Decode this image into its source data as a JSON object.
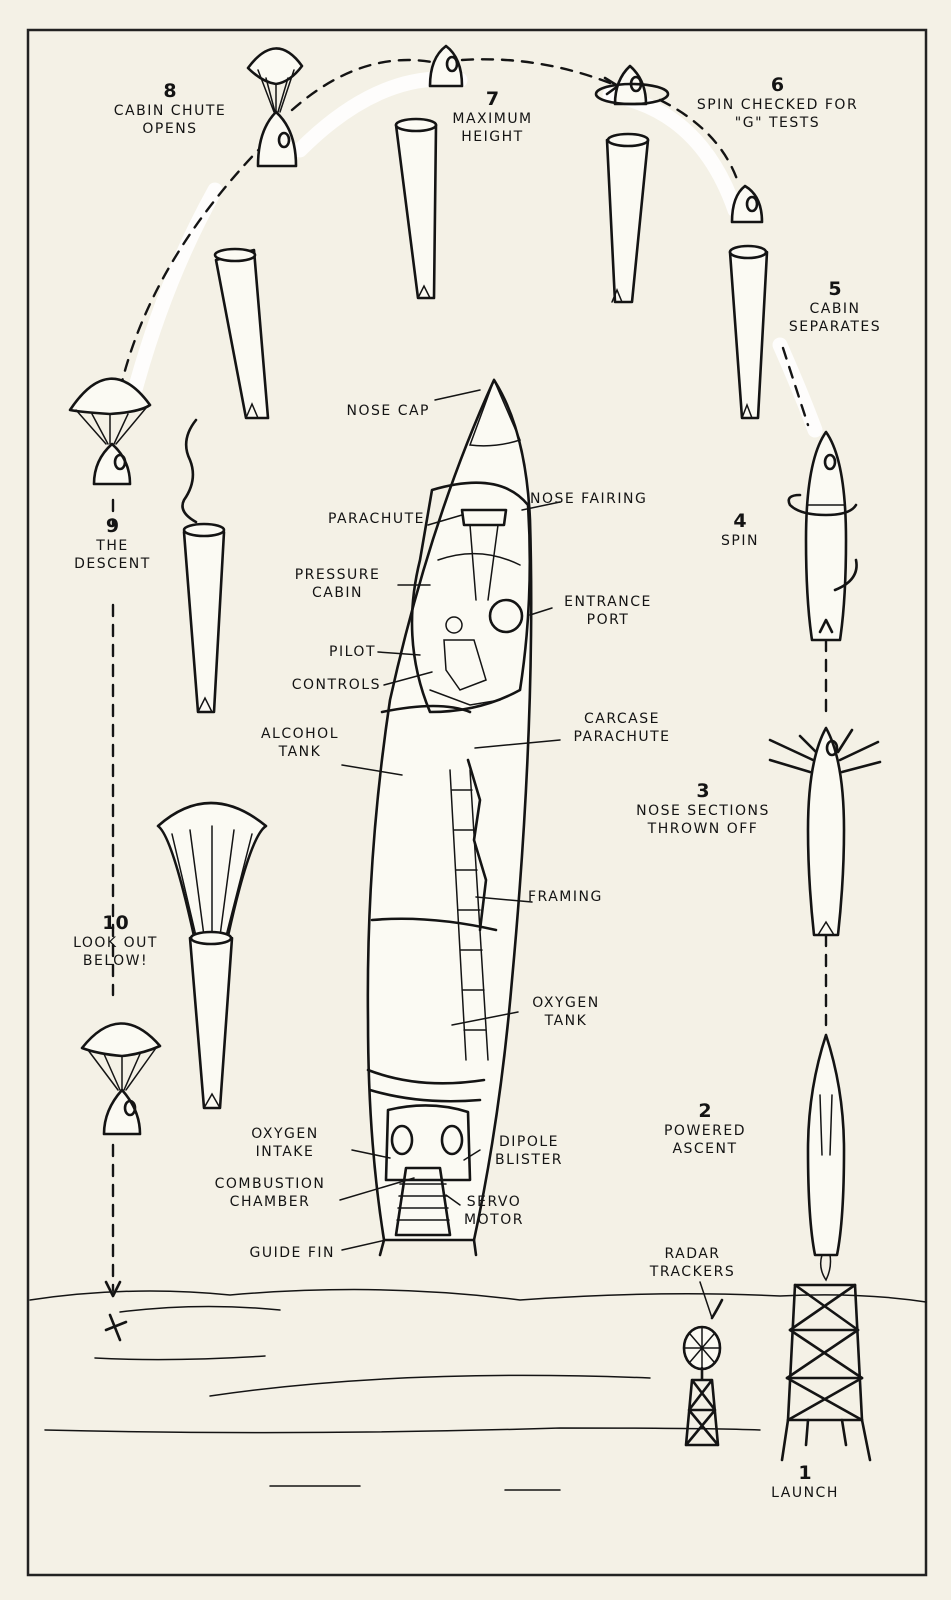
{
  "steps": [
    {
      "number": "1",
      "label": "LAUNCH"
    },
    {
      "number": "2",
      "label": "POWERED ASCENT"
    },
    {
      "number": "3",
      "label": "NOSE SECTIONS THROWN OFF"
    },
    {
      "number": "4",
      "label": "SPIN"
    },
    {
      "number": "5",
      "label": "CABIN SEPARATES"
    },
    {
      "number": "6",
      "label": "SPIN CHECKED FOR \"G\" TESTS"
    },
    {
      "number": "7",
      "label": "MAXIMUM HEIGHT"
    },
    {
      "number": "8",
      "label": "CABIN CHUTE OPENS"
    },
    {
      "number": "9",
      "label": "THE DESCENT"
    },
    {
      "number": "10",
      "label": "LOOK OUT BELOW!"
    }
  ],
  "parts": {
    "nose_cap": "NOSE CAP",
    "nose_fairing": "NOSE FAIRING",
    "parachute": "PARACHUTE",
    "pressure_cabin": "PRESSURE CABIN",
    "entrance_port": "ENTRANCE PORT",
    "pilot": "PILOT",
    "controls": "CONTROLS",
    "alcohol_tank": "ALCOHOL TANK",
    "carcase_parachute": "CARCASE PARACHUTE",
    "framing": "FRAMING",
    "oxygen_tank": "OXYGEN TANK",
    "oxygen_intake": "OXYGEN INTAKE",
    "combustion_chamber": "COMBUSTION CHAMBER",
    "dipole_blister": "DIPOLE BLISTER",
    "servo_motor": "SERVO MOTOR",
    "guide_fin": "GUIDE FIN"
  },
  "radar_label": "RADAR TRACKERS",
  "landing_mark": "+",
  "colors": {
    "paper": "#f4f1e6",
    "ink": "#141414"
  }
}
